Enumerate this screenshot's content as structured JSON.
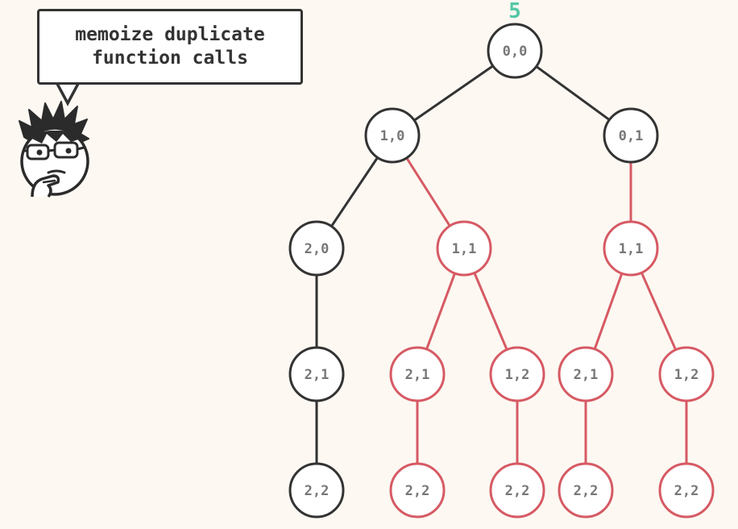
{
  "speech_bubble": {
    "lines": [
      "memoize duplicate",
      "function calls"
    ]
  },
  "root_value": "5",
  "colors": {
    "normal": "#333333",
    "duplicate": "#d65a64",
    "root_value": "#52c7a6",
    "label": "#777777",
    "background": "#fdf8f2"
  },
  "nodes": [
    {
      "id": "n00",
      "label": "0,0",
      "duplicate": false
    },
    {
      "id": "n10",
      "label": "1,0",
      "duplicate": false
    },
    {
      "id": "n01",
      "label": "0,1",
      "duplicate": false
    },
    {
      "id": "n20",
      "label": "2,0",
      "duplicate": false
    },
    {
      "id": "n11a",
      "label": "1,1",
      "duplicate": true
    },
    {
      "id": "n11b",
      "label": "1,1",
      "duplicate": true
    },
    {
      "id": "n21a",
      "label": "2,1",
      "duplicate": false
    },
    {
      "id": "n21b",
      "label": "2,1",
      "duplicate": true
    },
    {
      "id": "n12a",
      "label": "1,2",
      "duplicate": true
    },
    {
      "id": "n21c",
      "label": "2,1",
      "duplicate": true
    },
    {
      "id": "n12b",
      "label": "1,2",
      "duplicate": true
    },
    {
      "id": "n22a",
      "label": "2,2",
      "duplicate": false
    },
    {
      "id": "n22b",
      "label": "2,2",
      "duplicate": true
    },
    {
      "id": "n22c",
      "label": "2,2",
      "duplicate": true
    },
    {
      "id": "n22d",
      "label": "2,2",
      "duplicate": true
    },
    {
      "id": "n22e",
      "label": "2,2",
      "duplicate": true
    }
  ],
  "edges": [
    {
      "from": "n00",
      "to": "n10"
    },
    {
      "from": "n00",
      "to": "n01"
    },
    {
      "from": "n10",
      "to": "n20"
    },
    {
      "from": "n10",
      "to": "n11a"
    },
    {
      "from": "n01",
      "to": "n11b"
    },
    {
      "from": "n20",
      "to": "n21a"
    },
    {
      "from": "n11a",
      "to": "n21b"
    },
    {
      "from": "n11a",
      "to": "n12a"
    },
    {
      "from": "n11b",
      "to": "n21c"
    },
    {
      "from": "n11b",
      "to": "n12b"
    },
    {
      "from": "n21a",
      "to": "n22a"
    },
    {
      "from": "n21b",
      "to": "n22b"
    },
    {
      "from": "n12a",
      "to": "n22c"
    },
    {
      "from": "n21c",
      "to": "n22d"
    },
    {
      "from": "n12b",
      "to": "n22e"
    }
  ]
}
